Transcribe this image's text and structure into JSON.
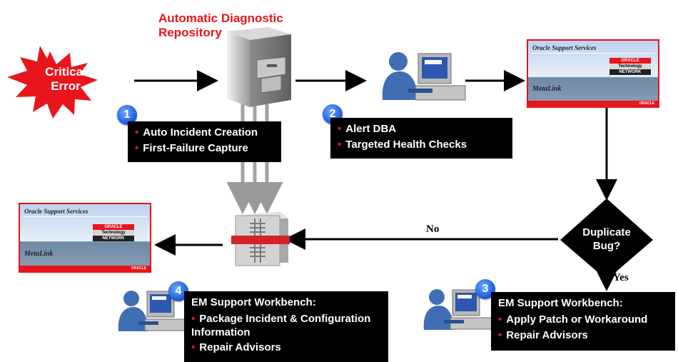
{
  "critical_error": "Critical Error",
  "adr_title": "Automatic Diagnostic Repository",
  "support_screen": {
    "oracle_support_services": "Oracle Support Services",
    "oracle": "ORACLE",
    "technology": "Technology",
    "network": "NETWORK",
    "metalink": "MetaLink"
  },
  "steps": {
    "step1": {
      "number": "1",
      "items": [
        "Auto Incident Creation",
        "First-Failure Capture"
      ]
    },
    "step2": {
      "number": "2",
      "items": [
        "Alert DBA",
        "Targeted Health Checks"
      ]
    },
    "step3": {
      "number": "3",
      "heading": "EM Support Workbench:",
      "items": [
        "Apply Patch or Workaround",
        "Repair Advisors"
      ]
    },
    "step4": {
      "number": "4",
      "heading": "EM Support Workbench:",
      "items": [
        "Package Incident & Configuration Information",
        "Repair Advisors"
      ]
    }
  },
  "decision": {
    "label": "Duplicate Bug?",
    "yes": "Yes",
    "no": "No"
  },
  "colors": {
    "accent_red": "#e8151b",
    "badge_blue": "#1558d6",
    "box_black": "#000000",
    "person_blue": "#3f6eb5"
  }
}
